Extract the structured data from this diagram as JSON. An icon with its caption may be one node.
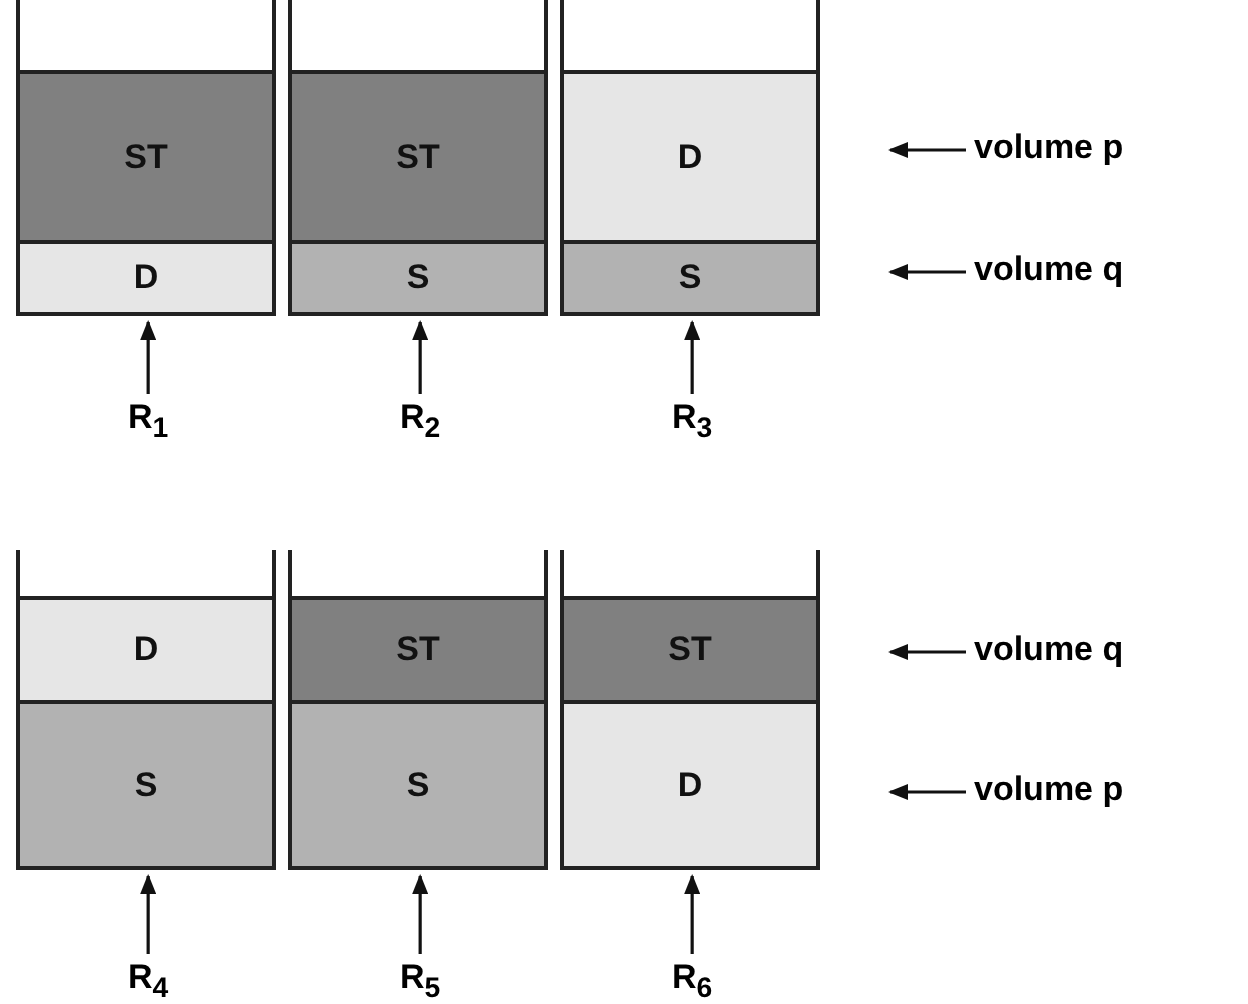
{
  "diagram": {
    "nodes": [
      {
        "text": [],
        "shape": "box"
      },
      {
        "text": [
          "ST"
        ],
        "in": 0
      },
      {
        "text": [
          "D"
        ],
        "in": 0
      },
      {
        "text": [],
        "shape": "box"
      },
      {
        "text": [
          "ST"
        ],
        "in": 3
      },
      {
        "text": [
          "S"
        ],
        "in": 3
      },
      {
        "text": [],
        "shape": "box"
      },
      {
        "text": [
          "D"
        ],
        "in": 6
      },
      {
        "text": [
          "S"
        ],
        "in": 6
      },
      {
        "text": [
          "volume p"
        ]
      },
      {
        "text": [
          "volume q"
        ]
      },
      {
        "text": [
          "R$_{1}$"
        ]
      },
      {
        "text": [
          "R$_{2}$"
        ]
      },
      {
        "text": [
          "R$_{3}$"
        ]
      },
      {
        "text": [],
        "shape": "box"
      },
      {
        "text": [
          "D"
        ],
        "in": 14
      },
      {
        "text": [
          "S"
        ],
        "in": 14
      },
      {
        "text": [],
        "shape": "box"
      },
      {
        "text": [
          "ST"
        ],
        "in": 17
      },
      {
        "text": [
          "S"
        ],
        "in": 17
      },
      {
        "text": [],
        "shape": "box"
      },
      {
        "text": [
          "ST"
        ],
        "in": 20
      },
      {
        "text": [
          "D"
        ],
        "in": 20
      },
      {
        "text": [
          "volume q"
        ]
      },
      {
        "text": [
          "volume p"
        ]
      },
      {
        "text": [
          "R$_{4}$"
        ]
      },
      {
        "text": [
          "R$_{5}$"
        ]
      },
      {
        "text": [
          "R$_{6}$"
        ]
      }
    ],
    "edges": [
      {
        "from": 11,
        "to": 0,
        "arrow": "to"
      },
      {
        "from": 12,
        "to": 3,
        "arrow": "to"
      },
      {
        "from": 13,
        "to": 6,
        "arrow": "to"
      },
      {
        "from": 9,
        "to": null,
        "arrow": "to"
      },
      {
        "from": 10,
        "to": null,
        "arrow": "to"
      },
      {
        "from": 25,
        "to": 14,
        "arrow": "to"
      },
      {
        "from": 26,
        "to": 17,
        "arrow": "to"
      },
      {
        "from": 27,
        "to": 20,
        "arrow": "to"
      },
      {
        "from": 23,
        "to": null,
        "arrow": "to"
      },
      {
        "from": 24,
        "to": null,
        "arrow": "to"
      }
    ]
  }
}
